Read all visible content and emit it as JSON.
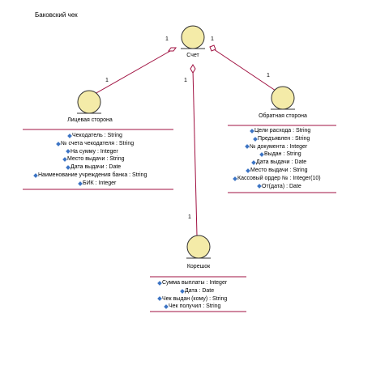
{
  "diagram": {
    "title": "Баковский чек",
    "colors": {
      "line": "#a01040",
      "entity_fill": "#f4eba8",
      "attr_icon": "#3c74c4"
    },
    "classes": {
      "check": {
        "name": "Счет",
        "attributes": []
      },
      "front": {
        "name": "Лицевая сторона",
        "attributes": [
          "Чекодатель : String",
          "№ счета чекодателя : String",
          "На сумму : Integer",
          "Место выдачи : String",
          "Дата выдачи : Date",
          "Наименование учреждения банка : String",
          "БИК : Integer"
        ]
      },
      "back": {
        "name": "Обратная сторона",
        "attributes": [
          "Цели расхода : String",
          "Предъявлен : String",
          "№ документа : Integer",
          "Выдан : String",
          "Дата выдачи : Date",
          "Место выдачи : String",
          "Кассовый ордер № : Integer(10)",
          "От(дата) : Date"
        ]
      },
      "stub": {
        "name": "Корешок",
        "attributes": [
          "Сумма выплаты : Integer",
          "Дата : Date",
          "Чек выдан (кому) : String",
          "Чек получил : String"
        ]
      }
    },
    "multiplicities": {
      "check_front_at_check": "1",
      "check_front_at_front": "1",
      "check_back_at_check": "1",
      "check_back_at_back": "1",
      "check_stub_at_check": "1",
      "check_stub_at_stub": "1"
    }
  }
}
